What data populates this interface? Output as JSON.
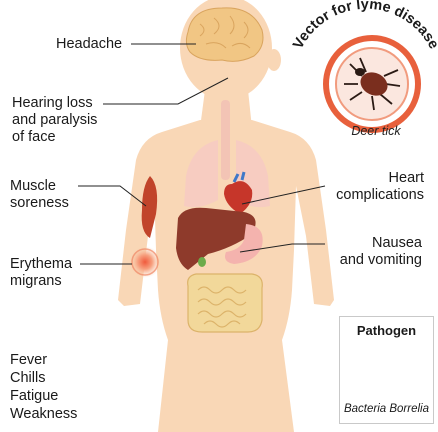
{
  "labels": {
    "headache": "Headache",
    "hearing_loss": [
      "Hearing loss",
      "and paralysis",
      "of face"
    ],
    "muscle": [
      "Muscle",
      "soreness"
    ],
    "erythema": [
      "Erythema",
      "migrans"
    ],
    "heart": [
      "Heart",
      "complications"
    ],
    "nausea": [
      "Nausea",
      "and vomiting"
    ]
  },
  "general_symptoms": [
    "Fever",
    "Chills",
    "Fatigue",
    "Weakness"
  ],
  "vector": {
    "title": "Vector for lyme disease",
    "caption": "Deer tick"
  },
  "pathogen": {
    "title": "Pathogen",
    "name": "Bacteria Borrelia"
  },
  "colors": {
    "skin": "#f9d7b6",
    "brain": "#f1c684",
    "liver": "#8e3a2b",
    "heart": "#c6362a",
    "intestine": "#f2d89a",
    "ring": "#e8603c",
    "bacteria": "#5ab3e6"
  }
}
